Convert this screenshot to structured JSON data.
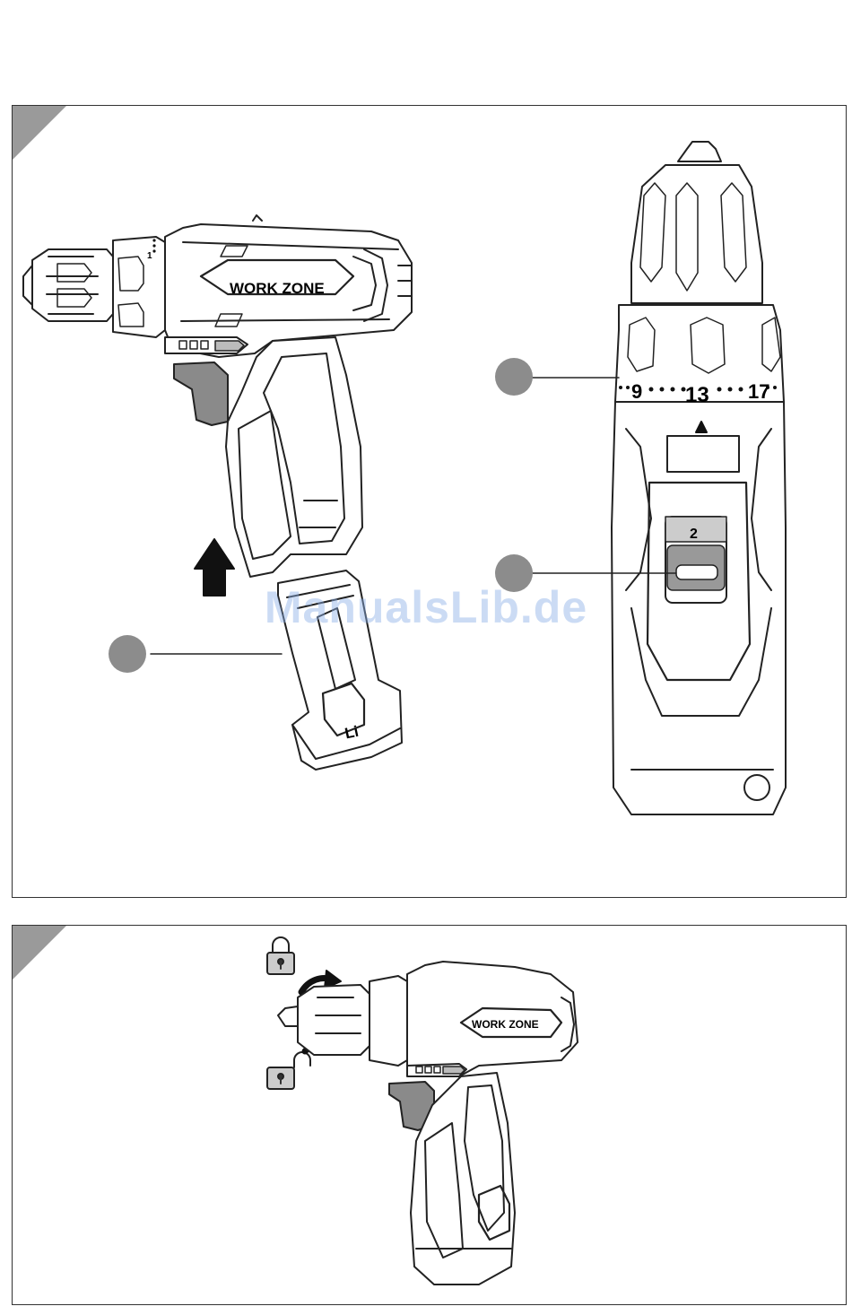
{
  "figure_top": {
    "brand_label": "WORK ZONE",
    "battery_label": "Li",
    "scale_numbers": [
      "9",
      "13",
      "17"
    ],
    "gear_number": "2",
    "side_scale_number": "1"
  },
  "figure_bottom": {
    "brand_label": "WORK ZONE"
  },
  "watermark": "ManualsLib.de",
  "colors": {
    "callout_gray": "#8c8c8c",
    "line": "#222222",
    "accent_dark": "#111111"
  }
}
